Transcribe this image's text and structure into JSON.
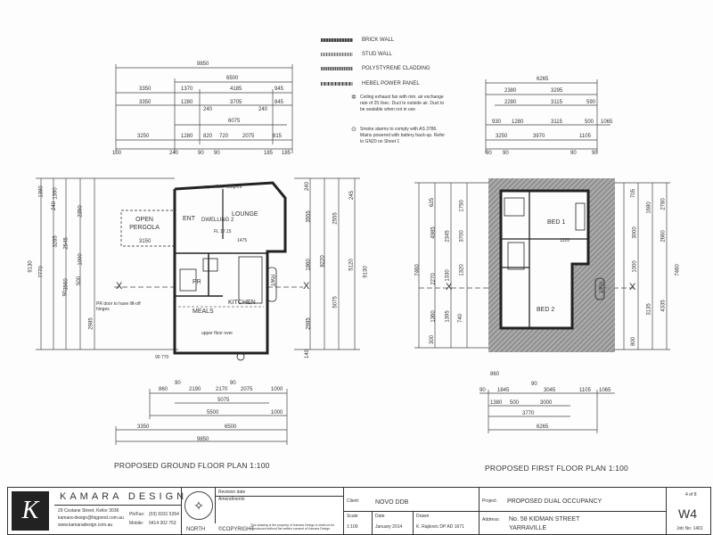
{
  "legend": {
    "brick_wall": "BRICK WALL",
    "stud_wall": "STUD WALL",
    "polystyrene": "POLYSTYRENE CLADDING",
    "hebel": "HEBEL POWER PANEL",
    "exhaust_note": "Ceiling exhaust fan with min. air exchange rate of 25 l/sec. Duct to outside air. Duct to be sealable when not in use",
    "smoke_note": "Smoke alarms to comply with AS 3786. Mains powered with battery back-up. Refer to GN20 on Sheet 1"
  },
  "ground": {
    "title": "PROPOSED GROUND FLOOR PLAN 1:100",
    "top_dims": {
      "row1": [
        "9850"
      ],
      "row2": [
        "6500"
      ],
      "row3": [
        "3350",
        "1370",
        "4185",
        "945"
      ],
      "row4": [
        "3350",
        "1280",
        "3705",
        "845"
      ],
      "row4b": [
        "240",
        "240"
      ],
      "row5": [
        "6075"
      ],
      "row6": [
        "3250",
        "1280",
        "820",
        "720",
        "2075",
        "815"
      ],
      "row7": [
        "100",
        "240",
        "90",
        "90",
        "185",
        "185"
      ]
    },
    "bottom_dims": {
      "row1": [
        "860",
        "2190",
        "2170",
        "2075",
        "1000"
      ],
      "row2": [
        "5075"
      ],
      "row3": [
        "5500",
        "1000"
      ],
      "row4": [
        "3350",
        "6500"
      ],
      "row5": [
        "9850"
      ],
      "row0": [
        "90",
        "90"
      ]
    },
    "left_dims": [
      "1380",
      "240",
      "1390",
      "2350",
      "3285",
      "2545",
      "1000",
      "500",
      "3560",
      "2985",
      "9130",
      "7770",
      "90",
      "3150"
    ],
    "right_dims": [
      "240",
      "3555",
      "2555",
      "1860",
      "5120",
      "9130",
      "8220",
      "5075",
      "2985",
      "245",
      "140"
    ],
    "rooms": {
      "pergola": "OPEN PERGOLA",
      "entry": "ENT",
      "dwelling": "DWELLING 2",
      "lounge": "LOUNGE",
      "pr": "PR",
      "kitchen": "KITCHEN",
      "meals": "MEALS",
      "rwt": "RWT",
      "fl": "FL 17.15",
      "upper_floor": "upper floor footprint",
      "dim_1475": "1475",
      "pr_note": "PR door to have lift-off hinges",
      "upper_floor_over": "upper floor over",
      "dims_90_770": "90 770"
    }
  },
  "first": {
    "title": "PROPOSED FIRST FLOOR PLAN 1:100",
    "top_dims": {
      "row1": [
        "6265"
      ],
      "row2": [
        "2380",
        "3295"
      ],
      "row3": [
        "2280",
        "3115",
        "590"
      ],
      "row4": [
        "930",
        "1280",
        "3115",
        "500",
        "1065"
      ],
      "row5": [
        "3250",
        "3970",
        "1105"
      ],
      "row6": [
        "90",
        "90",
        "90",
        "90"
      ]
    },
    "bottom_dims": {
      "row0": [
        "860",
        "90"
      ],
      "row1": [
        "90",
        "1845",
        "3045",
        "1105",
        "1065"
      ],
      "row2": [
        "1380",
        "500",
        "3000"
      ],
      "row3": [
        "3770"
      ],
      "row4": [
        "6265"
      ]
    },
    "left_dims": [
      "625",
      "4985",
      "2345",
      "7460",
      "2270",
      "1330",
      "1320",
      "3700",
      "1750",
      "1360",
      "1395",
      "740",
      "300"
    ],
    "right_dims": [
      "705",
      "1680",
      "2660",
      "3000",
      "2780",
      "7460",
      "4335",
      "3135",
      "800",
      "1000"
    ],
    "rooms": {
      "bed1": "BED 1",
      "bed2": "BED 2",
      "rwt": "RWT",
      "dim_1220": "1220"
    }
  },
  "titleblock": {
    "firm": "KAMARA DESIGN",
    "address1": "29 Costane Street, Keilor 3036",
    "address2": "kamara-design@bigpond.com.au",
    "address3": "www.kamaradesign.com.au",
    "phone_label": "Ph/Fax:",
    "phone": "(03) 9331 5264",
    "mobile_label": "Mobile:",
    "mobile": "0414 302 753",
    "north": "NORTH",
    "copyright": "©COPYRIGHT",
    "copyright_note": "This drawing is the property of Kamara Design & shall not be reproduced without the written consent of Kamara Design",
    "revision_label": "Revision  date",
    "amendments_label": "Amendments",
    "client_label": "Client:",
    "client": "NOVO DDB",
    "project_label": "Project:",
    "project": "PROPOSED DUAL OCCUPANCY",
    "scale_label": "Scale",
    "scale": "1:100",
    "date_label": "Date",
    "date": "January 2014",
    "drawn_label": "Drawn",
    "drawn": "K. Rajkovic DP AD 1671",
    "address_label": "Address:",
    "address_line1": "No. 58 KIDMAN STREET",
    "address_line2": "YARRAVILLE",
    "sheet": "4 of 8",
    "drawing_no": "W4",
    "job_no": "Job No: 1401"
  }
}
